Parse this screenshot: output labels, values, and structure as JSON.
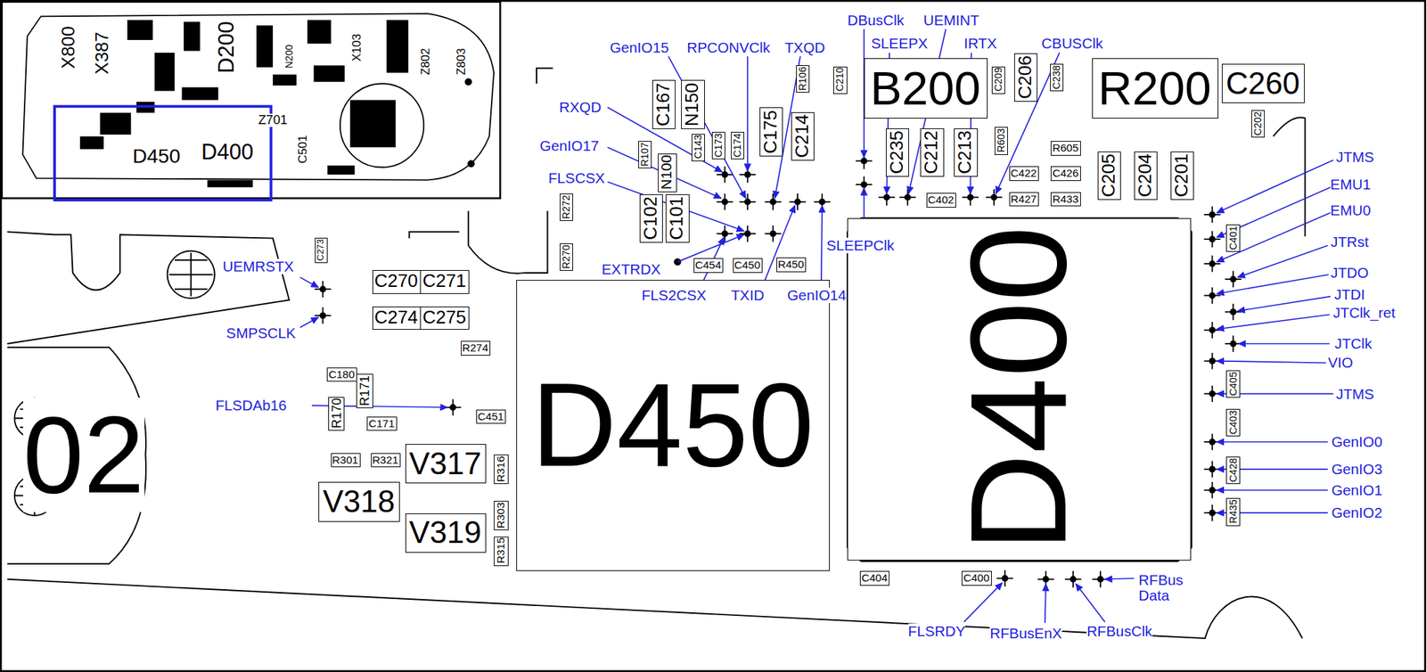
{
  "diagram": {
    "nodes": [
      {
        "text": [
          "C167"
        ]
      },
      {
        "text": [
          "N150"
        ]
      },
      {
        "text": [
          "R106"
        ]
      },
      {
        "text": [
          "C210"
        ]
      },
      {
        "text": [
          "B200"
        ]
      },
      {
        "text": [
          "C209"
        ]
      },
      {
        "text": [
          "C206"
        ]
      },
      {
        "text": [
          "C238"
        ]
      },
      {
        "text": [
          "R200"
        ]
      },
      {
        "text": [
          "C260"
        ]
      },
      {
        "text": [
          "C202"
        ]
      },
      {
        "text": [
          "C143"
        ]
      },
      {
        "text": [
          "C173"
        ]
      },
      {
        "text": [
          "C174"
        ]
      },
      {
        "text": [
          "C175"
        ]
      },
      {
        "text": [
          "C214"
        ]
      },
      {
        "text": [
          "C235"
        ]
      },
      {
        "text": [
          "C212"
        ]
      },
      {
        "text": [
          "C213"
        ]
      },
      {
        "text": [
          "R603"
        ]
      },
      {
        "text": [
          "R605"
        ]
      },
      {
        "text": [
          "R107"
        ]
      },
      {
        "text": [
          "N100"
        ]
      },
      {
        "text": [
          "C205"
        ]
      },
      {
        "text": [
          "C204"
        ]
      },
      {
        "text": [
          "C201"
        ]
      },
      {
        "text": [
          "C422"
        ]
      },
      {
        "text": [
          "C426"
        ]
      },
      {
        "text": [
          "C402"
        ]
      },
      {
        "text": [
          "R427"
        ]
      },
      {
        "text": [
          "R433"
        ]
      },
      {
        "text": [
          "C102"
        ]
      },
      {
        "text": [
          "C101"
        ]
      },
      {
        "text": [
          "R272"
        ]
      },
      {
        "text": [
          "C401"
        ]
      },
      {
        "text": [
          "D400"
        ]
      },
      {
        "text": [
          "R270"
        ]
      },
      {
        "text": [
          "C273"
        ]
      },
      {
        "text": [
          "C454"
        ]
      },
      {
        "text": [
          "C450"
        ]
      },
      {
        "text": [
          "R450"
        ]
      },
      {
        "text": [
          "C270"
        ]
      },
      {
        "text": [
          "C271"
        ]
      },
      {
        "text": [
          "C274"
        ]
      },
      {
        "text": [
          "C275"
        ]
      },
      {
        "text": [
          "D450"
        ]
      },
      {
        "text": [
          "R274"
        ]
      },
      {
        "text": [
          "C180"
        ]
      },
      {
        "text": [
          "R171"
        ]
      },
      {
        "text": [
          "C405"
        ]
      },
      {
        "text": [
          "R170"
        ]
      },
      {
        "text": [
          "C451"
        ]
      },
      {
        "text": [
          "C171"
        ]
      },
      {
        "text": [
          "C403"
        ]
      },
      {
        "text": [
          "R301"
        ]
      },
      {
        "text": [
          "R321"
        ]
      },
      {
        "text": [
          "V317"
        ]
      },
      {
        "text": [
          "R316"
        ]
      },
      {
        "text": [
          "C428"
        ]
      },
      {
        "text": [
          "V318"
        ]
      },
      {
        "text": [
          "R435"
        ]
      },
      {
        "text": [
          "R303"
        ]
      },
      {
        "text": [
          "V319"
        ]
      },
      {
        "text": [
          "R315"
        ]
      },
      {
        "text": [
          "C404"
        ]
      },
      {
        "text": [
          "C400"
        ]
      }
    ],
    "labels": [
      "GenIO15",
      "RPCONVClk",
      "TXQD",
      "DBusClk",
      "UEMINT",
      "SLEEPX",
      "IRTX",
      "CBUSClk",
      "RXQD",
      "GenIO17",
      "FLSCSX",
      "EXTRDX",
      "FLS2CSX",
      "TXID",
      "GenIO14",
      "SLEEPClk",
      "UEMRSTX",
      "SMPSCLK",
      "FLSDAb16",
      "JTMS",
      "EMU1",
      "EMU0",
      "JTRst",
      "JTDO",
      "JTDI",
      "JTClk_ret",
      "JTClk",
      "VIO",
      "JTMS",
      "GenIO0",
      "GenIO3",
      "GenIO1",
      "GenIO2",
      "RFBus Data",
      "FLSRDY",
      "RFBusEnX",
      "RFBusClk",
      "02",
      "X800",
      "X387",
      "D200",
      "N200",
      "X103",
      "Z802",
      "Z803",
      "Z701",
      "D450",
      "D400",
      "C501"
    ]
  }
}
